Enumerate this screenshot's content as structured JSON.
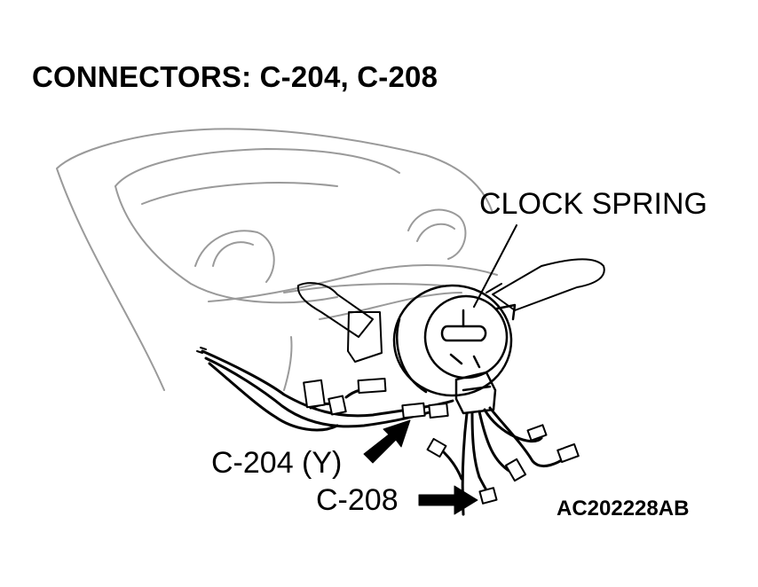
{
  "diagram": {
    "title": "CONNECTORS: C-204, C-208",
    "labels": {
      "clock_spring": "CLOCK SPRING",
      "c204": "C-204 (Y)",
      "c208": "C-208"
    },
    "figure_code": "AC202228AB"
  }
}
